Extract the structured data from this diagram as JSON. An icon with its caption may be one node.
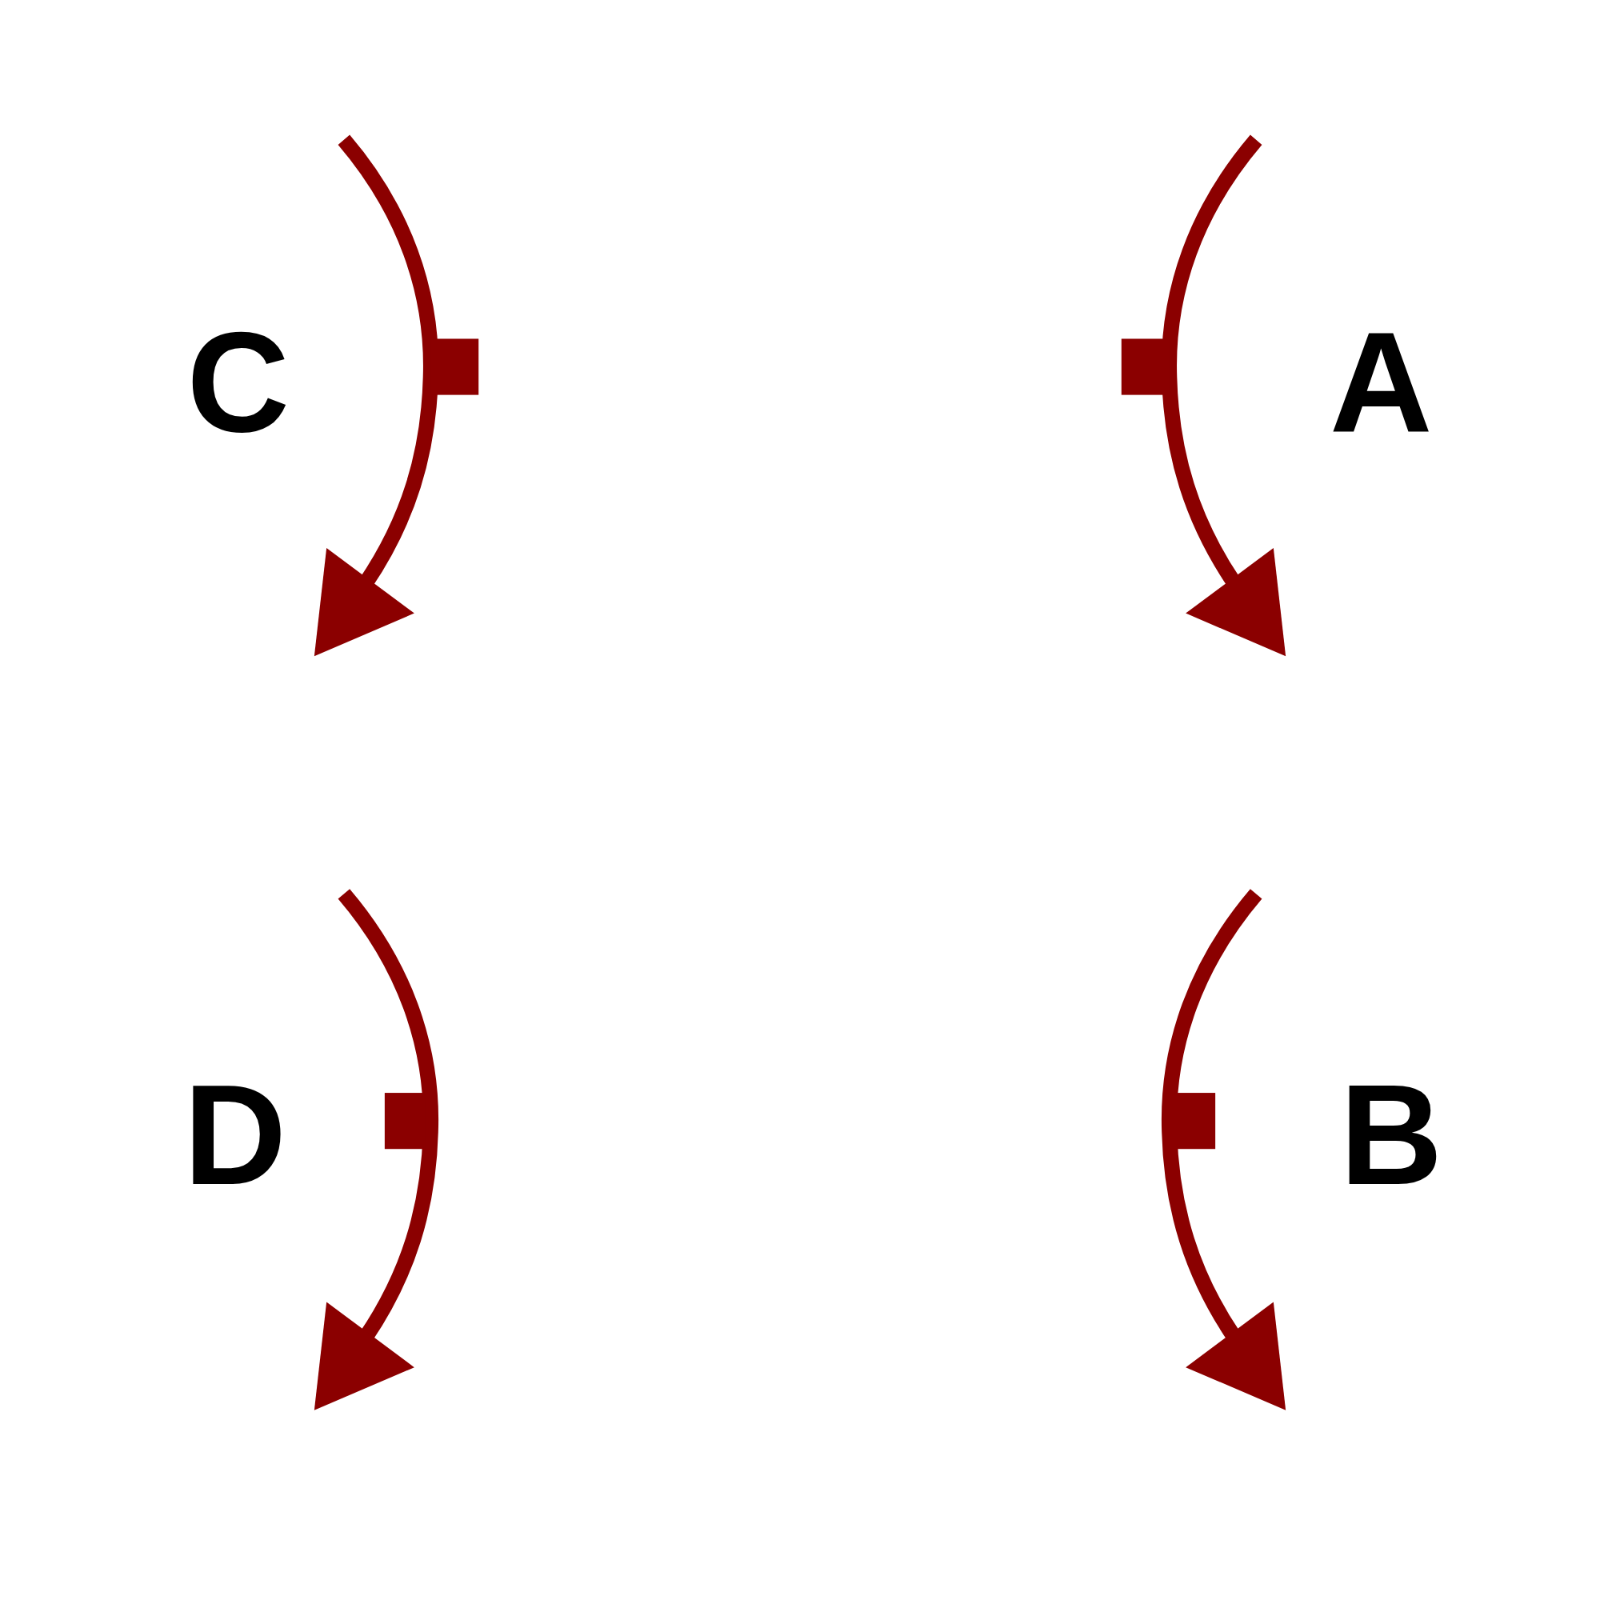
{
  "diagram": {
    "labels": [
      "C",
      "A",
      "D",
      "B"
    ]
  }
}
